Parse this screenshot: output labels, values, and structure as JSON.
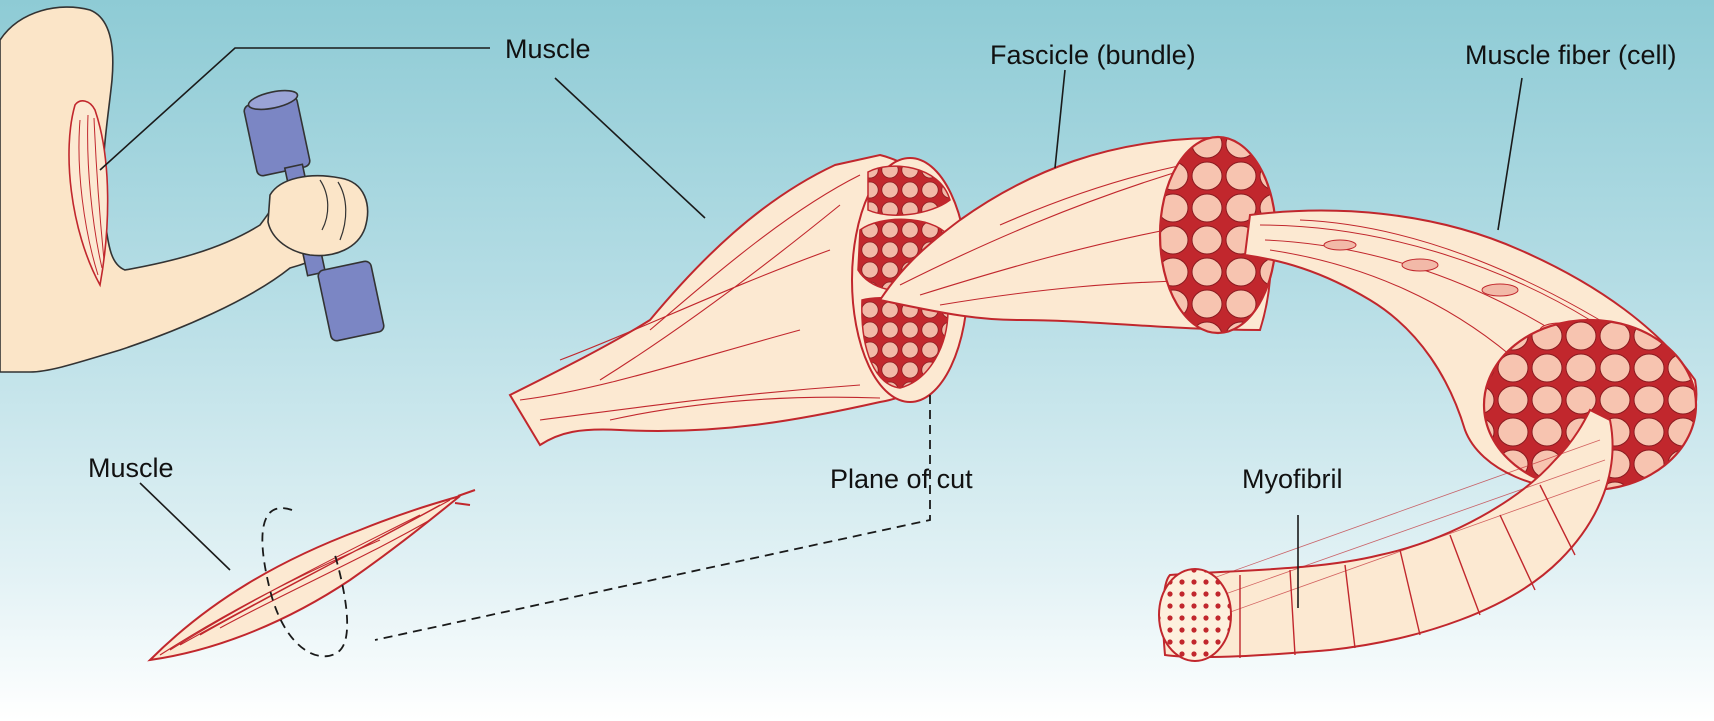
{
  "labels": {
    "muscle_arm": "Muscle",
    "fascicle": "Fascicle (bundle)",
    "muscle_fiber": "Muscle fiber (cell)",
    "muscle_small": "Muscle",
    "plane_of_cut": "Plane of cut",
    "myofibril": "Myofibril"
  },
  "colors": {
    "outline": "#c1272d",
    "tissue_fill": "#fbe5c8",
    "dumbbell": "#7b86c4",
    "background_top": "#8ecbd5",
    "background_bottom": "#ffffff"
  }
}
